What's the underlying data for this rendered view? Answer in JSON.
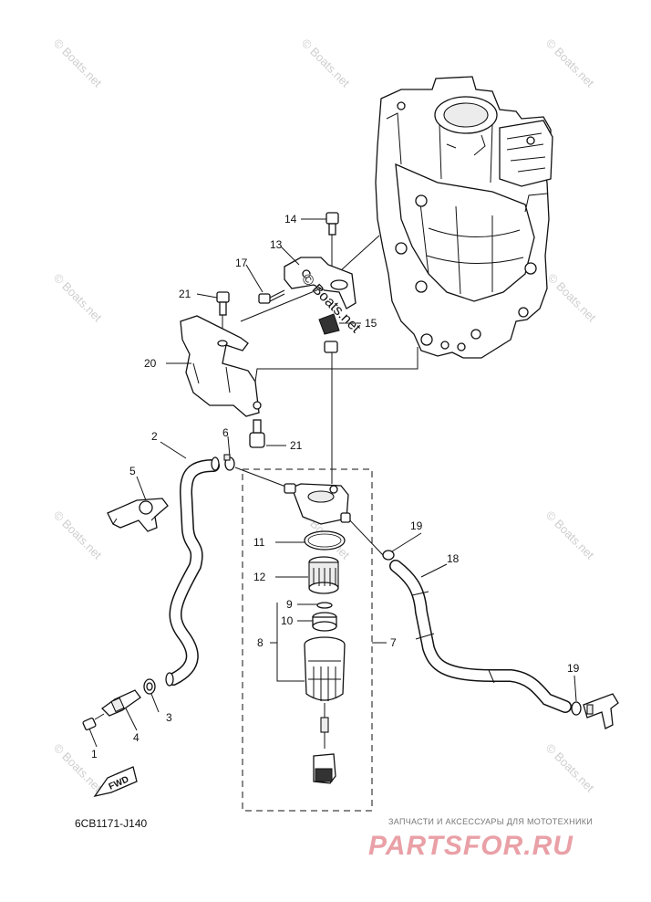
{
  "diagram": {
    "drawing_code": "6CB1171-J140",
    "fwd_label": "FWD",
    "callouts": [
      {
        "id": "c1",
        "label": "1"
      },
      {
        "id": "c2",
        "label": "2"
      },
      {
        "id": "c3",
        "label": "3"
      },
      {
        "id": "c4",
        "label": "4"
      },
      {
        "id": "c5",
        "label": "5"
      },
      {
        "id": "c6",
        "label": "6"
      },
      {
        "id": "c7",
        "label": "7"
      },
      {
        "id": "c8",
        "label": "8"
      },
      {
        "id": "c9",
        "label": "9"
      },
      {
        "id": "c10",
        "label": "10"
      },
      {
        "id": "c11",
        "label": "11"
      },
      {
        "id": "c12",
        "label": "12"
      },
      {
        "id": "c13",
        "label": "13"
      },
      {
        "id": "c14",
        "label": "14"
      },
      {
        "id": "c15",
        "label": "15"
      },
      {
        "id": "c17",
        "label": "17"
      },
      {
        "id": "c18",
        "label": "18"
      },
      {
        "id": "c19a",
        "label": "19"
      },
      {
        "id": "c19b",
        "label": "19"
      },
      {
        "id": "c20",
        "label": "20"
      },
      {
        "id": "c21a",
        "label": "21"
      },
      {
        "id": "c21b",
        "label": "21"
      }
    ]
  },
  "watermark": {
    "text": "© Boats.net",
    "overlay_text": "© Boats.net"
  },
  "shop": {
    "caption": "ЗАПЧАСТИ И АКСЕССУАРЫ ДЛЯ МОТОТЕХНИКИ",
    "logo_text": "PARTSFOR.RU"
  }
}
